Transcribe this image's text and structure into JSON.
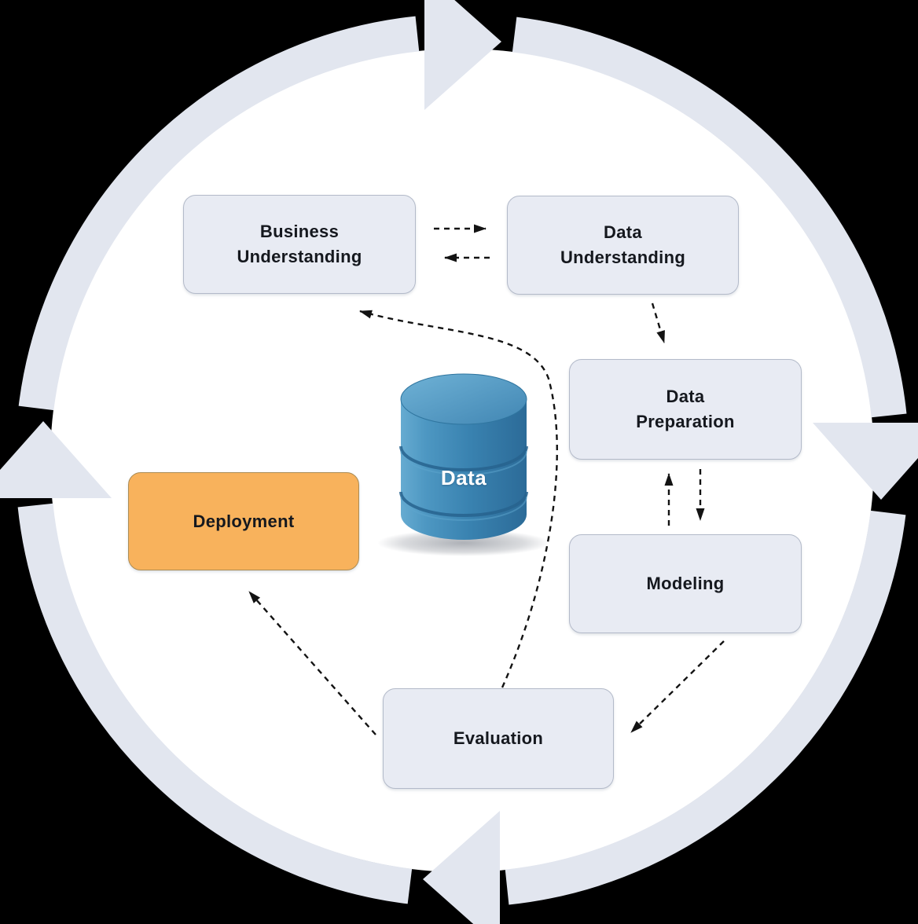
{
  "diagram": {
    "kind": "process-cycle",
    "nodes": [
      {
        "id": "business-understanding",
        "label": "Business\nUnderstanding"
      },
      {
        "id": "data-understanding",
        "label": "Data\nUnderstanding"
      },
      {
        "id": "data-preparation",
        "label": "Data\nPreparation"
      },
      {
        "id": "modeling",
        "label": "Modeling"
      },
      {
        "id": "evaluation",
        "label": "Evaluation"
      },
      {
        "id": "deployment",
        "label": "Deployment"
      }
    ],
    "data_store": {
      "label": "Data"
    },
    "edges": [
      {
        "from": "business-understanding",
        "to": "data-understanding",
        "style": "dashed"
      },
      {
        "from": "data-understanding",
        "to": "business-understanding",
        "style": "dashed"
      },
      {
        "from": "data-understanding",
        "to": "data-preparation",
        "style": "dashed"
      },
      {
        "from": "data-preparation",
        "to": "modeling",
        "style": "dashed"
      },
      {
        "from": "modeling",
        "to": "data-preparation",
        "style": "dashed"
      },
      {
        "from": "modeling",
        "to": "evaluation",
        "style": "dashed"
      },
      {
        "from": "evaluation",
        "to": "deployment",
        "style": "dashed"
      },
      {
        "from": "evaluation",
        "to": "business-understanding",
        "style": "dashed-curve"
      }
    ],
    "colors": {
      "background": "#000000",
      "ring": "#e2e6ef",
      "inner_circle": "#ffffff",
      "node_fill": "#e8ebf3",
      "node_border": "#b3bac9",
      "deployment_fill": "#f8b25c",
      "deployment_border": "#ab8c55",
      "cylinder_blue": "#3c86b4",
      "arrow": "#131313",
      "text": "#15181e"
    }
  }
}
